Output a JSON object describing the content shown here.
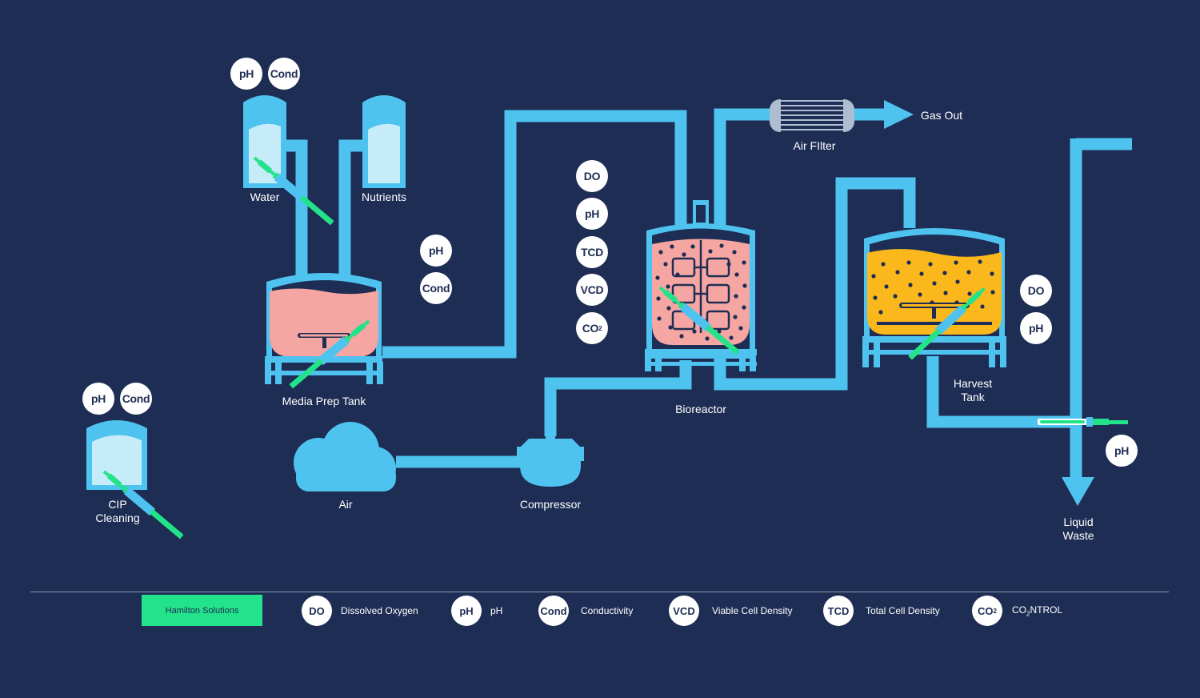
{
  "colors": {
    "background": "#1e2d54",
    "pipe": "#4fc3f0",
    "water": "#c6ebf9",
    "media": "#f5a6a2",
    "harvest": "#fbb81c",
    "sensor": "#22e38a",
    "badge": "#ffffff"
  },
  "labels": {
    "water": "Water",
    "nutrients": "Nutrients",
    "media_prep_tank": "Media Prep Tank",
    "cip_cleaning": "CIP\nCleaning",
    "air": "Air",
    "compressor": "Compressor",
    "bioreactor": "Bioreactor",
    "air_filter": "Air FIlter",
    "gas_out": "Gas Out",
    "harvest_tank": "Harvest\nTank",
    "liquid_waste": "Liquid\nWaste"
  },
  "badges": {
    "water_ph": "pH",
    "water_cond": "Cond",
    "media_ph": "pH",
    "media_cond": "Cond",
    "cip_ph": "pH",
    "cip_cond": "Cond",
    "bio_do": "DO",
    "bio_ph": "pH",
    "bio_tcd": "TCD",
    "bio_vcd": "VCD",
    "bio_co2": "CO",
    "bio_co2_sub": "2",
    "harvest_do": "DO",
    "harvest_ph": "pH",
    "waste_ph": "pH"
  },
  "legend": {
    "hamilton_solutions": "Hamilton Solutions",
    "items": [
      {
        "badge": "DO",
        "text": "Dissolved Oxygen"
      },
      {
        "badge": "pH",
        "text": "pH"
      },
      {
        "badge": "Cond",
        "text": "Conductivity"
      },
      {
        "badge": "VCD",
        "text": "Viable Cell Density"
      },
      {
        "badge": "TCD",
        "text": "Total Cell Density"
      },
      {
        "badge": "CO",
        "badge_sub": "2",
        "text": "CO",
        "text_sub": "2",
        "text_rest": "NTROL"
      }
    ]
  }
}
